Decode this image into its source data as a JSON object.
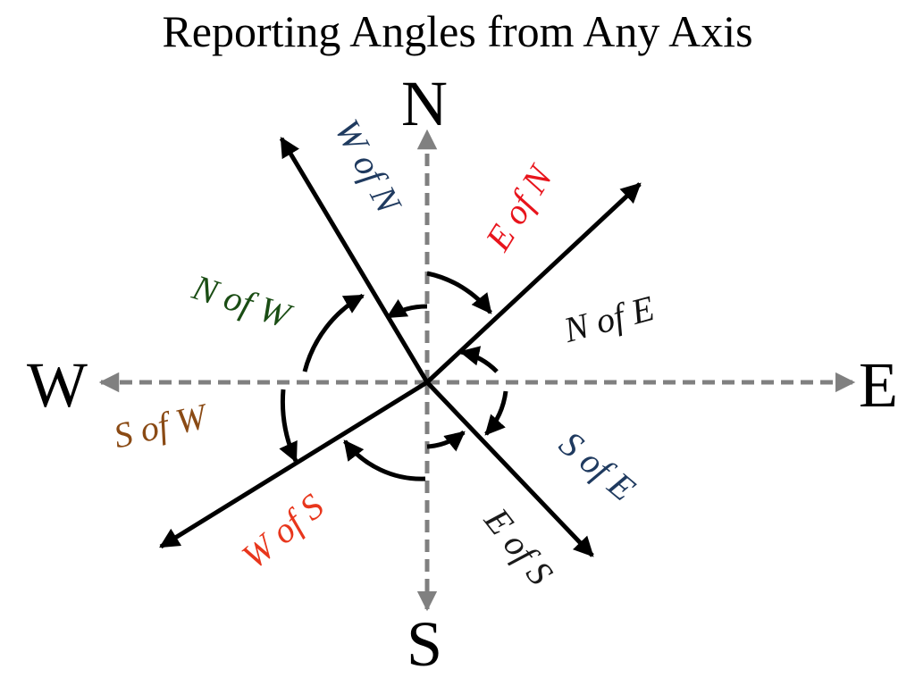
{
  "title": "Reporting Angles from Any Axis",
  "cardinals": {
    "north": "N",
    "south": "S",
    "east": "E",
    "west": "W"
  },
  "labels": {
    "w_of_n": "W of N",
    "e_of_n": "E of N",
    "n_of_w": "N of W",
    "n_of_e": "N of E",
    "s_of_w": "S of W",
    "s_of_e": "S of E",
    "w_of_s": "W of S",
    "e_of_s": "E of S"
  },
  "colors": {
    "axis_dashed": "#808080",
    "vector": "#000000",
    "w_of_n": "#1f3a5f",
    "e_of_n": "#e8141c",
    "n_of_w": "#1a4d14",
    "n_of_e": "#111111",
    "s_of_w": "#8a4a14",
    "s_of_e": "#1f3a5f",
    "w_of_s": "#e8361c",
    "e_of_s": "#1a1a1a"
  }
}
